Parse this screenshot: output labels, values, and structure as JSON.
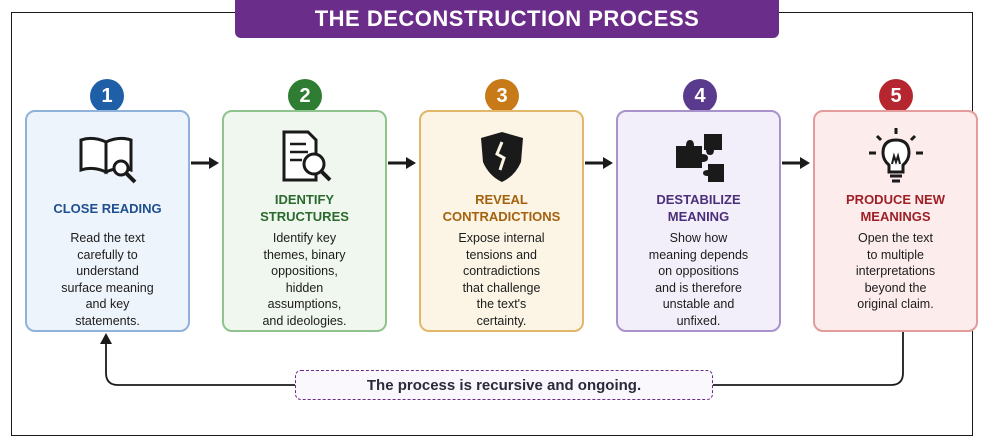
{
  "title": "THE DECONSTRUCTION PROCESS",
  "footer_note": "The process is recursive and ongoing.",
  "colors": {
    "banner": "#6b2d8a",
    "step1": "#1f5fa8",
    "step2": "#2e7d32",
    "step3": "#c77a17",
    "step4": "#5a3a8c",
    "step5": "#b5262f"
  },
  "steps": [
    {
      "number": "1",
      "icon": "open-book-magnifier-icon",
      "heading": [
        "CLOSE READING"
      ],
      "desc": [
        "Read the text",
        "carefully to",
        "understand",
        "surface meaning",
        "and key",
        "statements."
      ]
    },
    {
      "number": "2",
      "icon": "document-magnifier-icon",
      "heading": [
        "IDENTIFY",
        "STRUCTURES"
      ],
      "desc": [
        "Identify key",
        "themes, binary",
        "oppositions,",
        "hidden",
        "assumptions,",
        "and ideologies."
      ]
    },
    {
      "number": "3",
      "icon": "cracked-shield-icon",
      "heading": [
        "REVEAL",
        "CONTRADICTIONS"
      ],
      "desc": [
        "Expose internal",
        "tensions and",
        "contradictions",
        "that challenge",
        "the text's",
        "certainty."
      ]
    },
    {
      "number": "4",
      "icon": "puzzle-pieces-icon",
      "heading": [
        "DESTABILIZE",
        "MEANING"
      ],
      "desc": [
        "Show how",
        "meaning depends",
        "on oppositions",
        "and is therefore",
        "unstable and",
        "unfixed."
      ]
    },
    {
      "number": "5",
      "icon": "lightbulb-icon",
      "heading": [
        "PRODUCE NEW",
        "MEANINGS"
      ],
      "desc": [
        "Open the text",
        "to multiple",
        "interpretations",
        "beyond the",
        "original claim."
      ]
    }
  ]
}
